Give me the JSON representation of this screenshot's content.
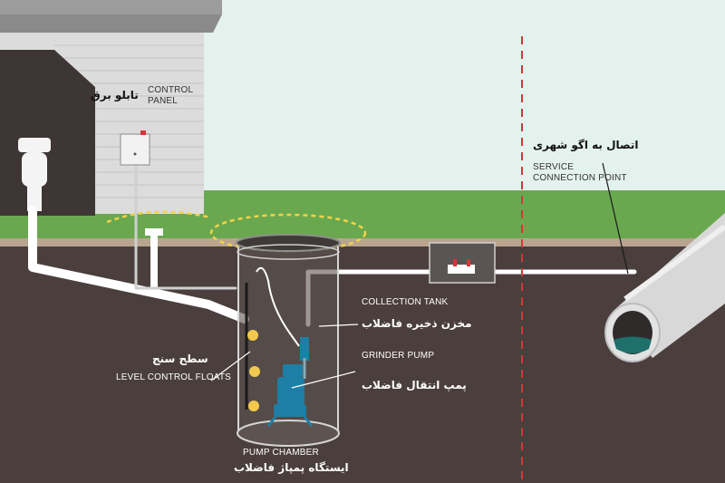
{
  "labels": {
    "control_panel_en": "CONTROL\nPANEL",
    "control_panel_fa": "تابلو برق",
    "service_connection_en": "SERVICE\nCONNECTION POINT",
    "service_connection_fa": "اتصال به اگو شهری",
    "collection_tank_en": "COLLECTION TANK",
    "collection_tank_fa": "مخزن ذخیره فاضلاب",
    "grinder_pump_en": "GRINDER PUMP",
    "grinder_pump_fa": "پمپ انتقال فاضلاب",
    "level_floats_en": "LEVEL CONTROL FLOATS",
    "level_floats_fa": "سطح سنج",
    "pump_chamber_en": "PUMP CHAMBER",
    "pump_chamber_fa": "ایستگاه پمپاژ فاضلاب"
  },
  "colors": {
    "sky": "#e4f2ee",
    "grass": "#6aa84f",
    "soil": "#4a3f3c",
    "siding": "#dcdcdc",
    "pipe": "#ffffff",
    "dashed_line": "#d9343a",
    "pump": "#1e7fa6",
    "float": "#f2c94c"
  }
}
